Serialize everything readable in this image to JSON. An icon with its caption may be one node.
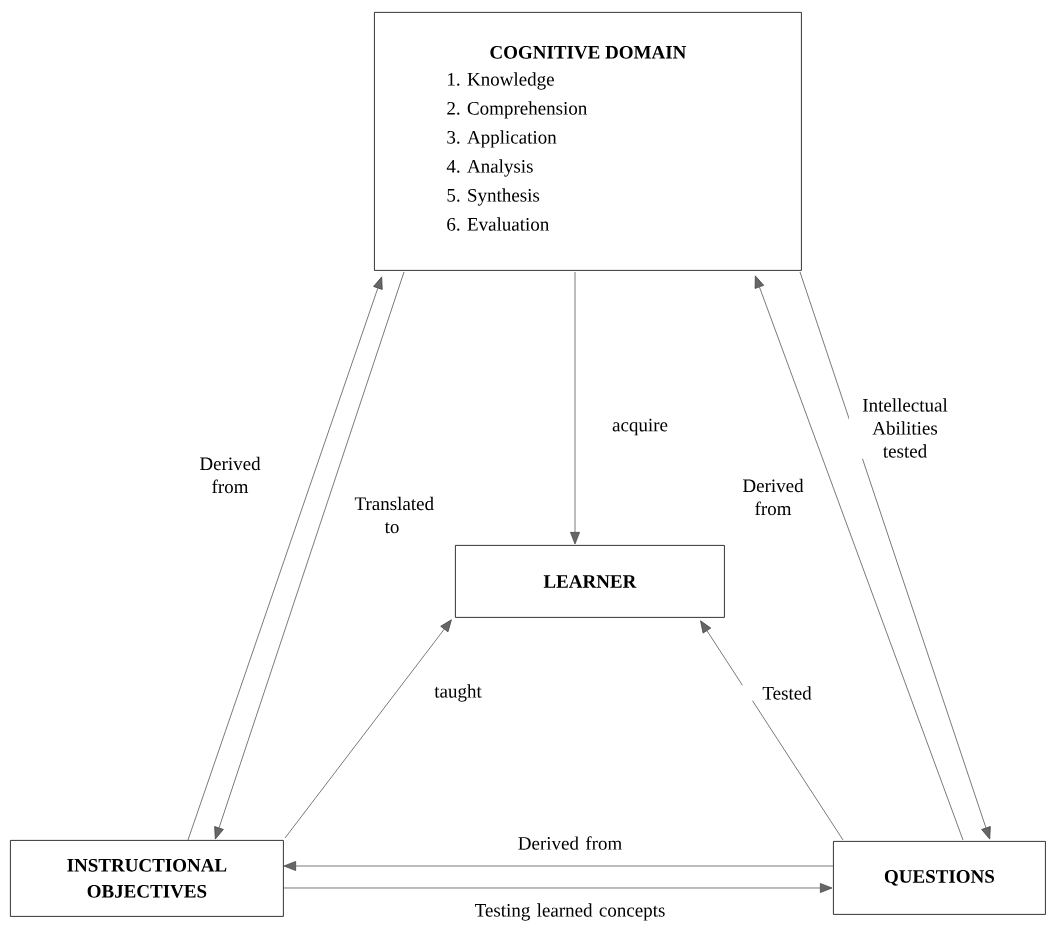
{
  "diagram": {
    "nodes": [
      {
        "text": [
          "COGNITIVE DOMAIN",
          "1. Knowledge",
          "2. Comprehension",
          "3. Application",
          "4. Analysis",
          "5. Synthesis",
          "6. Evaluation"
        ]
      },
      {
        "text": [
          "LEARNER"
        ]
      },
      {
        "text": [
          "INSTRUCTIONAL OBJECTIVES"
        ]
      },
      {
        "text": [
          "QUESTIONS"
        ]
      }
    ],
    "edges": [
      {
        "from": 2,
        "to": 0,
        "arrow": "to",
        "label": "Derived from"
      },
      {
        "from": 0,
        "to": 2,
        "arrow": "to",
        "label": "Translated to"
      },
      {
        "from": 0,
        "to": 1,
        "arrow": "to",
        "label": "acquire"
      },
      {
        "from": 2,
        "to": 1,
        "arrow": "to",
        "label": "taught"
      },
      {
        "from": 3,
        "to": 1,
        "arrow": "to",
        "label": "Tested"
      },
      {
        "from": 3,
        "to": 0,
        "arrow": "to",
        "label": "Derived from"
      },
      {
        "from": 0,
        "to": 3,
        "arrow": "to",
        "label": "Intellectual Abilities tested"
      },
      {
        "from": 3,
        "to": 2,
        "arrow": "to",
        "label": "Derived from"
      },
      {
        "from": 2,
        "to": 3,
        "arrow": "to",
        "label": "Testing learned concepts"
      }
    ]
  }
}
